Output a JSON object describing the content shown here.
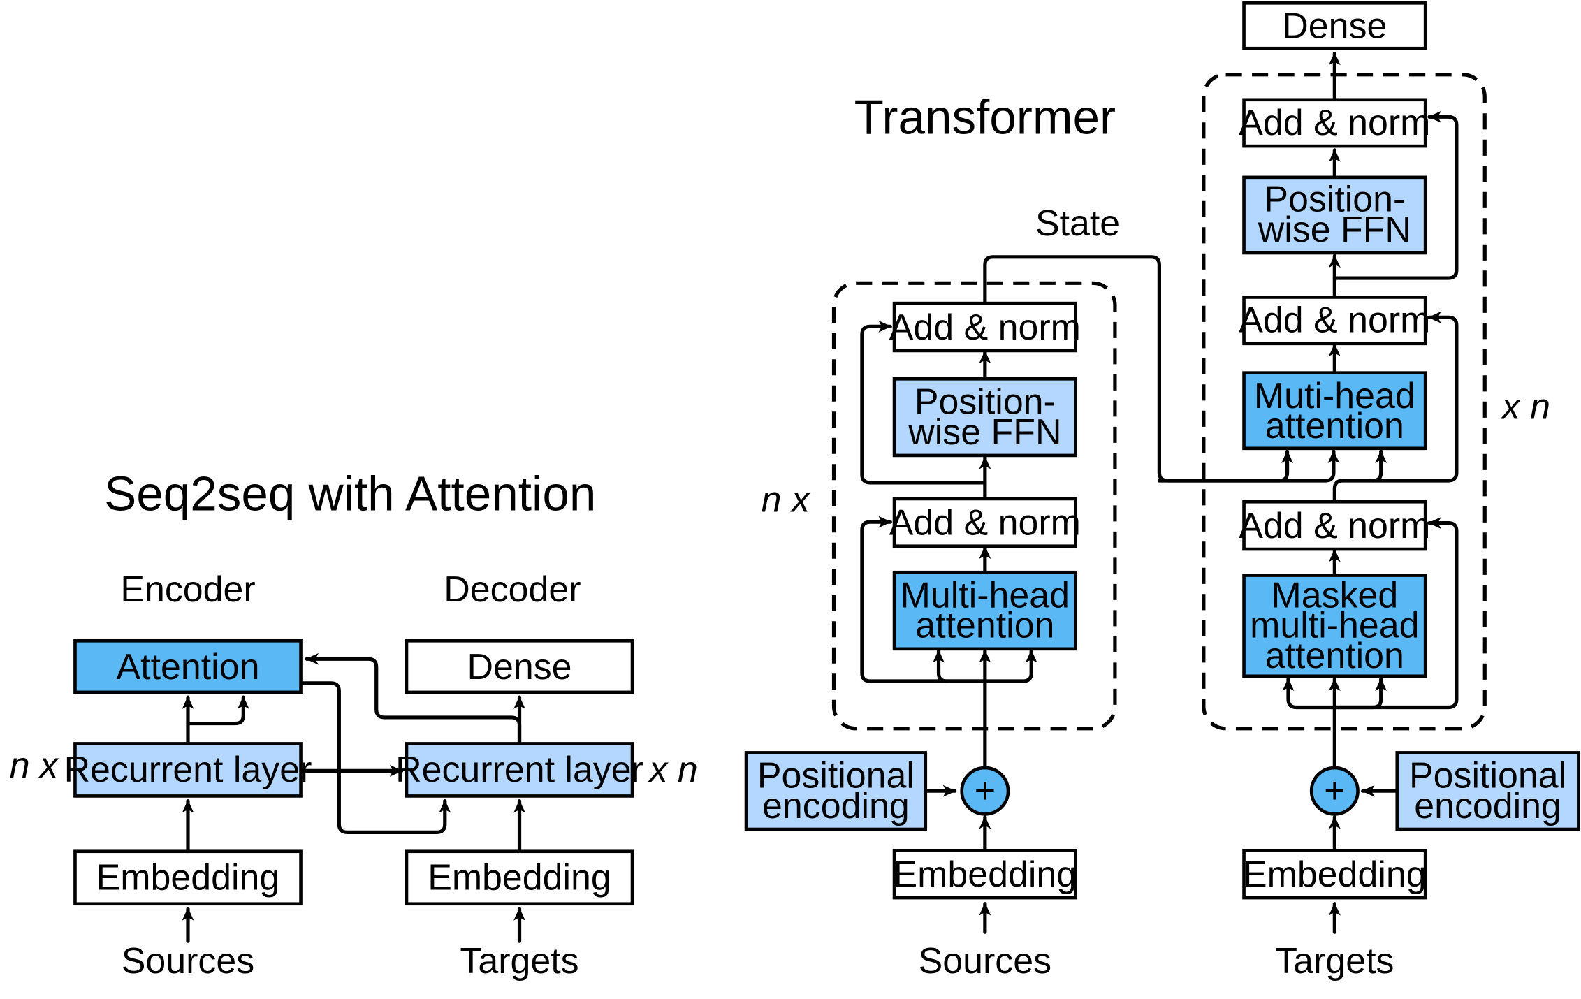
{
  "colors": {
    "light_blue": "#b3d7ff",
    "medium_blue": "#5ab8f5",
    "white": "#ffffff",
    "line": "#000000"
  },
  "seq2seq": {
    "title": "Seq2seq with Attention",
    "encoder_label": "Encoder",
    "decoder_label": "Decoder",
    "left_repeat": "n x",
    "right_repeat": "x n",
    "attention": "Attention",
    "enc_recurrent": "Recurrent layer",
    "dec_recurrent": "Recurrent layer",
    "dense": "Dense",
    "enc_embedding": "Embedding",
    "dec_embedding": "Embedding",
    "sources": "Sources",
    "targets": "Targets"
  },
  "transformer": {
    "title": "Transformer",
    "state": "State",
    "enc_repeat": "n x",
    "dec_repeat": "x n",
    "dense": "Dense",
    "plus": "+",
    "encoder": {
      "add_norm_top": "Add & norm",
      "ffn": [
        "Position-",
        "wise FFN"
      ],
      "add_norm_bottom": "Add & norm",
      "mha": [
        "Multi-head",
        "attention"
      ],
      "positional": [
        "Positional",
        "encoding"
      ],
      "embedding": "Embedding",
      "sources": "Sources"
    },
    "decoder": {
      "add_norm_top": "Add & norm",
      "ffn": [
        "Position-",
        "wise FFN"
      ],
      "add_norm_mid": "Add & norm",
      "mha": [
        "Muti-head",
        "attention"
      ],
      "add_norm_bottom": "Add & norm",
      "masked": [
        "Masked",
        "multi-head",
        "attention"
      ],
      "positional": [
        "Positional",
        "encoding"
      ],
      "embedding": "Embedding",
      "targets": "Targets"
    }
  }
}
